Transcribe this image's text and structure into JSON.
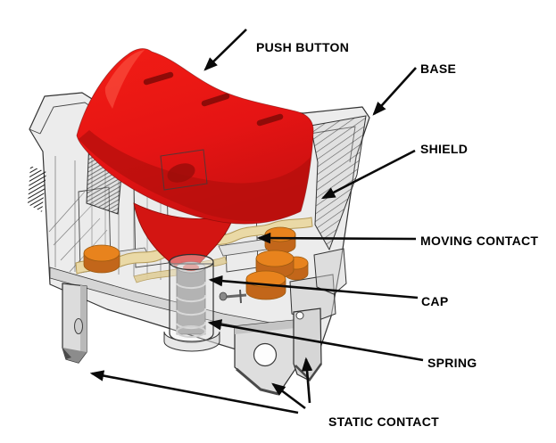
{
  "diagram": {
    "type": "labeled-technical-illustration",
    "subject": "Transparent CAD cutaway of a red rocker push-button switch with part callouts",
    "background_color": "#ffffff",
    "labels": [
      {
        "id": "push-button",
        "text": "PUSH BUTTON"
      },
      {
        "id": "base",
        "text": "BASE"
      },
      {
        "id": "shield",
        "text": "SHIELD"
      },
      {
        "id": "moving-contact",
        "text": "MOVING CONTACT"
      },
      {
        "id": "cap",
        "text": "CAP"
      },
      {
        "id": "spring",
        "text": "SPRING"
      },
      {
        "id": "static-contact",
        "text": "STATIC CONTACT"
      }
    ],
    "colors": {
      "label_text": "#000000",
      "arrow": "#0a0a0a",
      "button_red": "#e51414",
      "button_red_dark": "#b60f0c",
      "slot_red": "#8f0b08",
      "rivet_orange": "#e8831d",
      "rivet_orange_dark": "#c2661a",
      "brass_contact": "#ead9a6",
      "brass_contact_edge": "#b49a58",
      "housing_gray": "#d9d9d9",
      "outline_gray": "#333333",
      "spring_gray": "#969696",
      "terminal_gray": "#dcdcdc"
    }
  }
}
